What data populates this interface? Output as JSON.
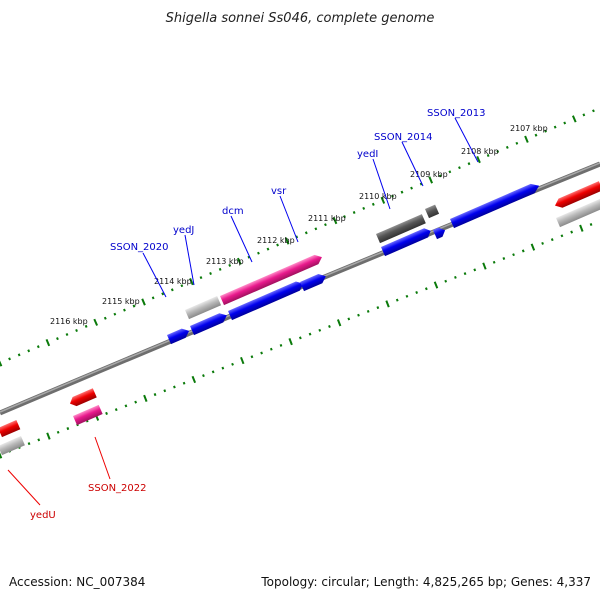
{
  "title": "Shigella sonnei Ss046, complete genome",
  "footer": {
    "accession": "Accession: NC_007384",
    "info": "Topology: circular; Length: 4,825,265 bp; Genes: 4,337"
  },
  "colors": {
    "forward_gene": "#0000ee",
    "reverse_gene": "#ee0000",
    "highlight_gene": "#e8198c",
    "pseudogene": "#b8b8b8",
    "dark_feature": "#555555",
    "tick": "#0a7a0a",
    "backbone": "#7a7a7a"
  },
  "ruler": {
    "unit": "kbp",
    "labels": [
      "2107 kbp",
      "2108 kbp",
      "2109 kbp",
      "2110 kbp",
      "2111 kbp",
      "2112 kbp",
      "2113 kbp",
      "2114 kbp",
      "2115 kbp",
      "2116 kbp"
    ]
  },
  "gene_labels": {
    "upper": [
      "SSON_2013",
      "SSON_2014",
      "yedI",
      "vsr",
      "dcm",
      "yedJ",
      "SSON_2020"
    ],
    "lower": [
      "SSON_2022",
      "yedU"
    ]
  }
}
